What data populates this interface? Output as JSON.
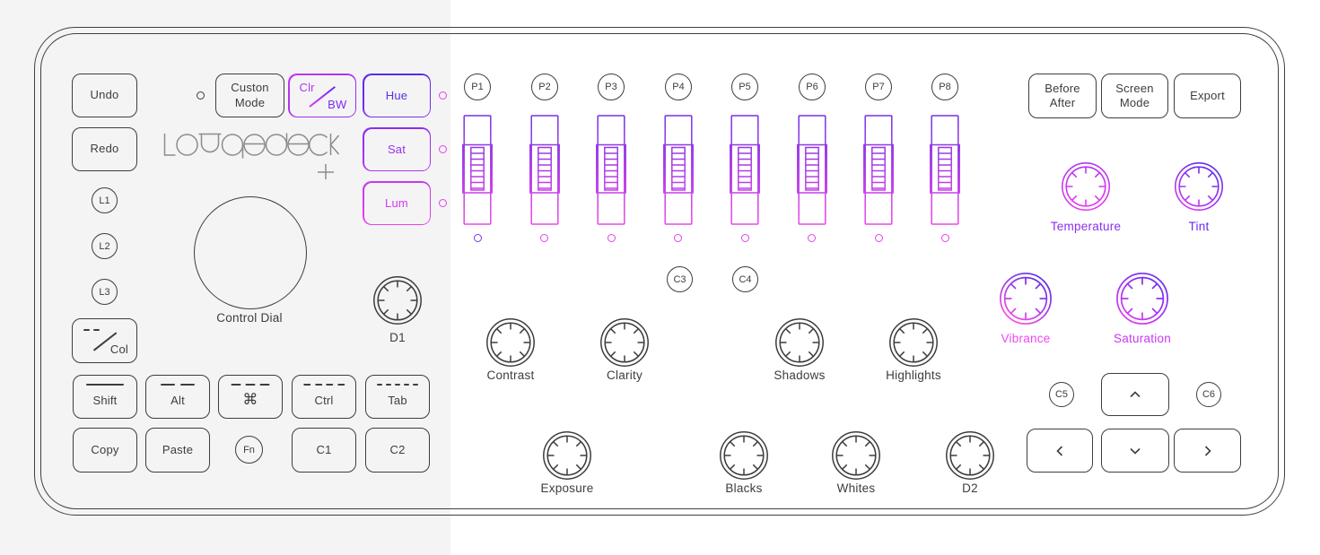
{
  "device": {
    "brand": "LOUPEDECK",
    "brand_plus": "+"
  },
  "colors": {
    "outline": "#3d3d3d",
    "panel_gray": "#f4f4f5",
    "accent_blue": "#5b2eea",
    "accent_purple": "#9a30f0",
    "accent_magenta": "#d83af0",
    "accent_pink": "#f14ae4"
  },
  "left": {
    "undo": "Undo",
    "redo": "Redo",
    "l_keys": [
      "L1",
      "L2",
      "L3"
    ],
    "custom_mode": "Custon Mode",
    "clr_label": "Clr",
    "bw_label": "BW",
    "hsl_keys": [
      "Hue",
      "Sat",
      "Lum"
    ],
    "col_label": "Col",
    "control_dial_label": "Control Dial",
    "d1_label": "D1",
    "modifier_keys": [
      "Shift",
      "Alt",
      "⌘",
      "Ctrl",
      "Tab"
    ],
    "key_ridge_marks": {
      "shift": 1,
      "alt": 2,
      "cmd": 3,
      "ctrl": 4,
      "tab": 5
    },
    "action_keys": [
      "Copy",
      "Paste",
      "C1",
      "C2"
    ],
    "fn_label": "Fn"
  },
  "center": {
    "preset_keys": [
      "P1",
      "P2",
      "P3",
      "P4",
      "P5",
      "P6",
      "P7",
      "P8"
    ],
    "slider_count": 8,
    "c_keys_top": [
      "C3",
      "C4"
    ],
    "dial_row_1": [
      "Contrast",
      "Clarity",
      "Shadows",
      "Highlights"
    ],
    "dial_row_2": [
      "Exposure",
      "Blacks",
      "Whites",
      "D2"
    ]
  },
  "right": {
    "top_buttons": [
      "Before After",
      "Screen Mode",
      "Export"
    ],
    "color_dials_row_1": [
      "Temperature",
      "Tint"
    ],
    "color_dials_row_2": [
      "Vibrance",
      "Saturation"
    ],
    "c_keys": [
      "C5",
      "C6"
    ],
    "arrow_icons": [
      "chevron-up-icon",
      "chevron-left-icon",
      "chevron-down-icon",
      "chevron-right-icon"
    ]
  }
}
